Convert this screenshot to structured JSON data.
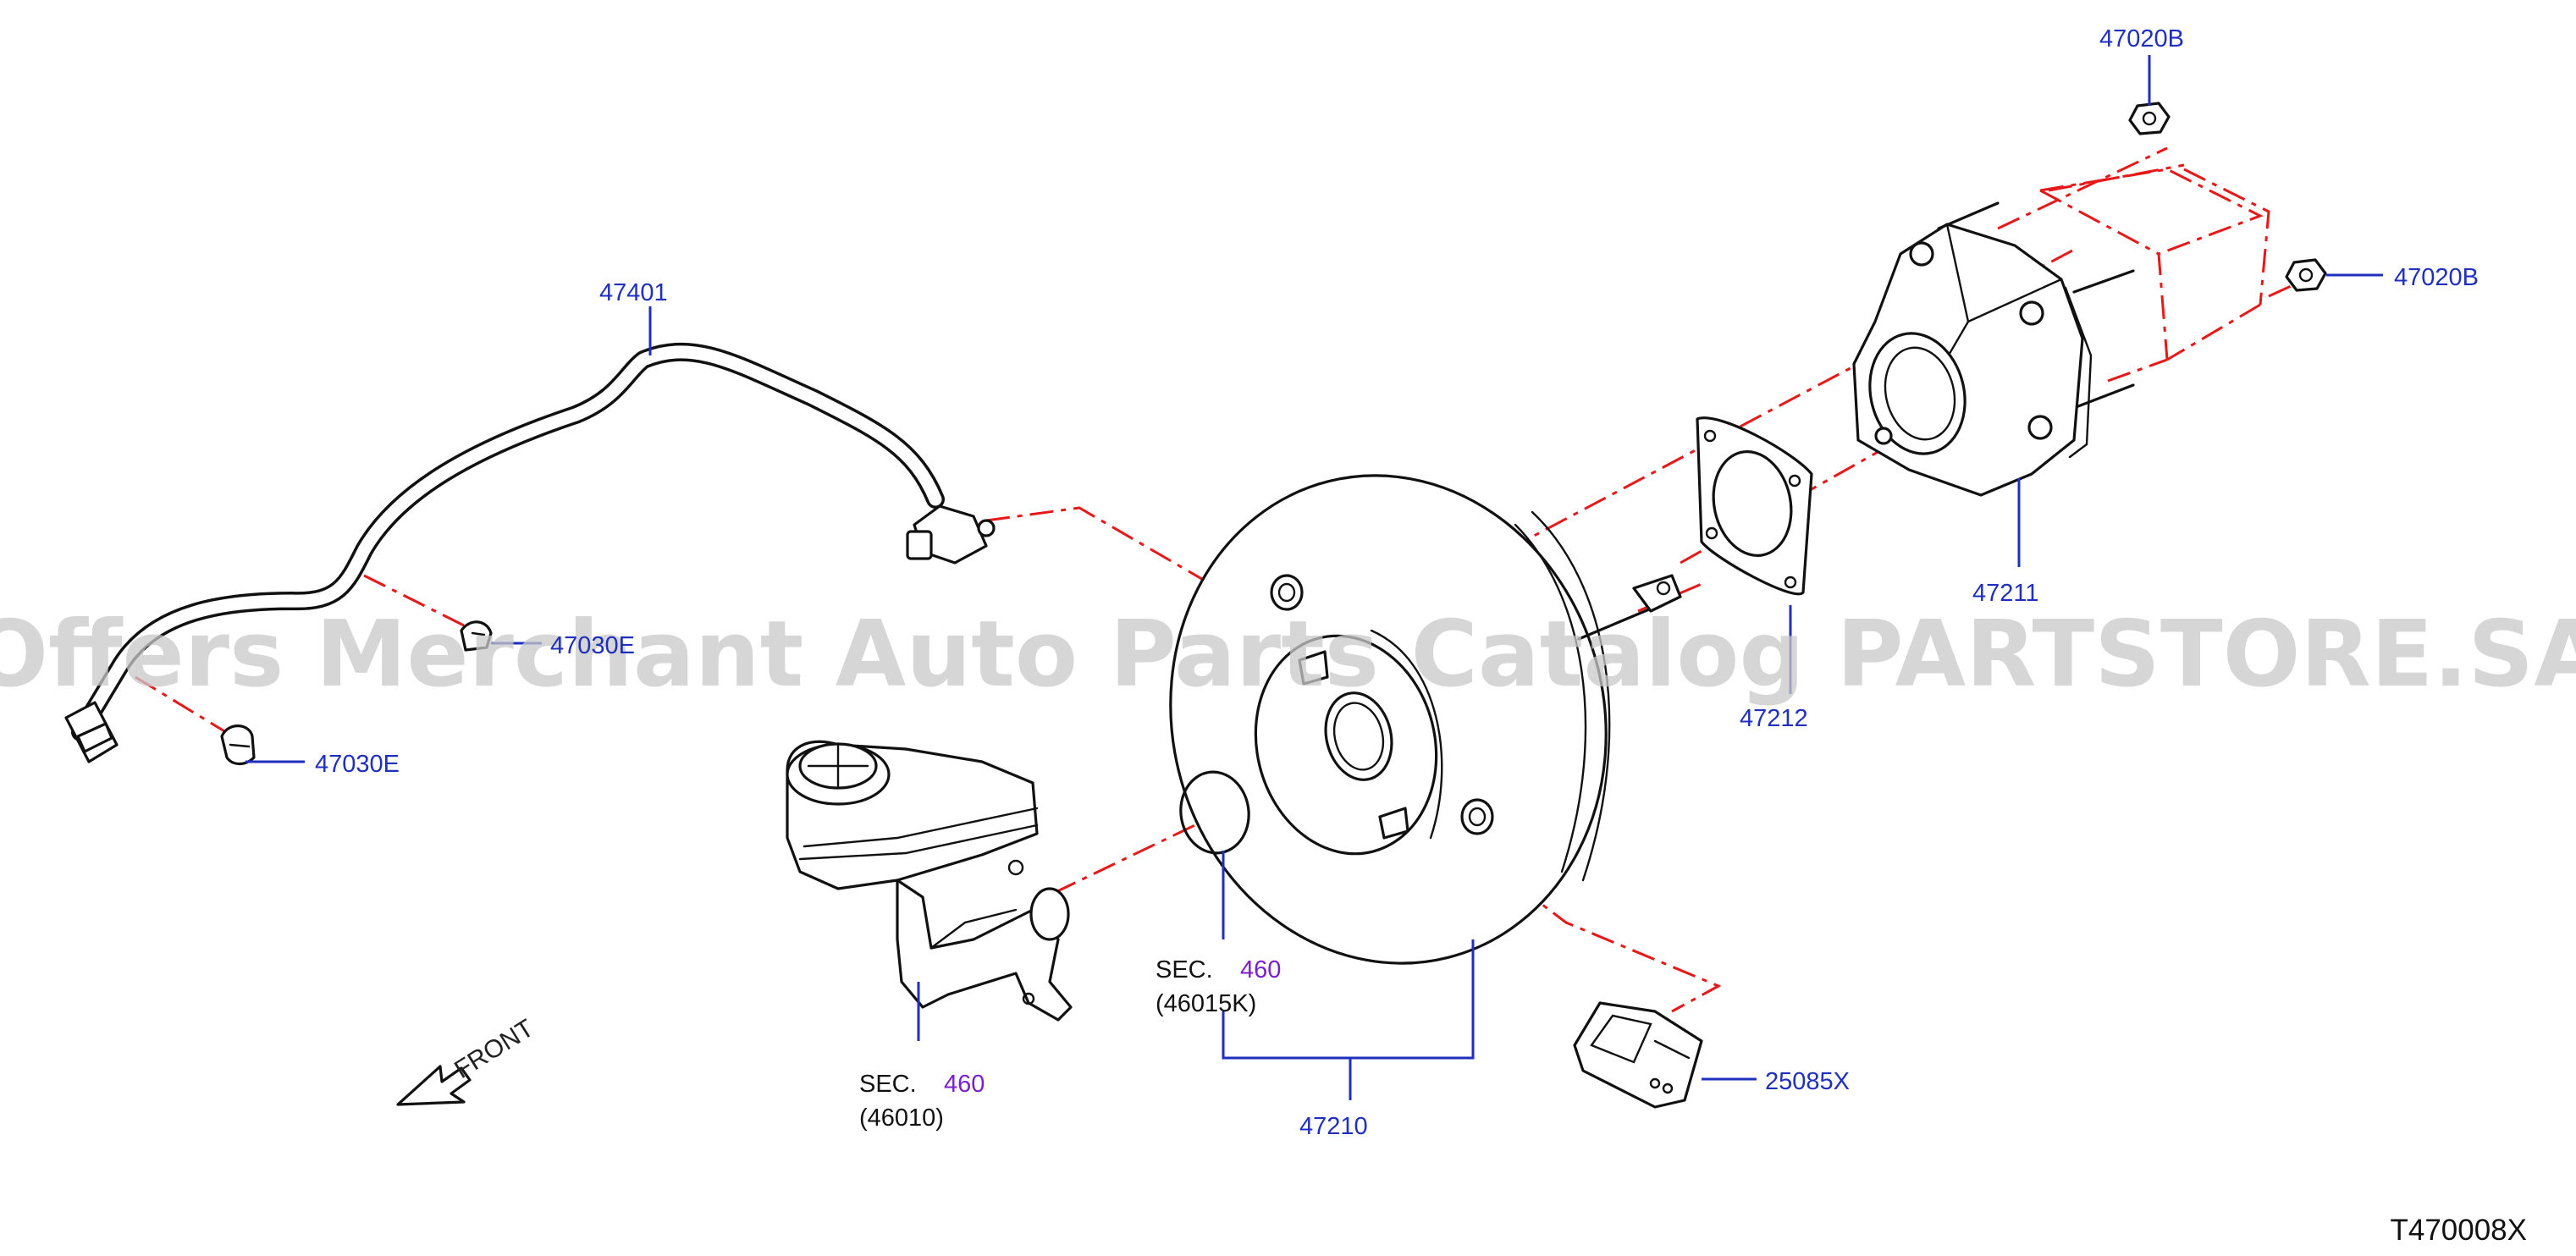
{
  "watermark": "Offers Merchant Auto Parts Catalog PARTSTORE.SA",
  "labels": {
    "p47401": "47401",
    "p47030E_a": "47030E",
    "p47030E_b": "47030E",
    "p47020B_top": "47020B",
    "p47020B_right": "47020B",
    "p47211": "47211",
    "p47212": "47212",
    "p47210": "47210",
    "p25085X": "25085X"
  },
  "sections": {
    "seal": {
      "prefix": "SEC.",
      "number": "460",
      "sub": "(46015K)"
    },
    "master_cylinder": {
      "prefix": "SEC.",
      "number": "460",
      "sub": "(46010)"
    }
  },
  "front": "FRONT",
  "diagram_code": "T470008X",
  "colors": {
    "label_blue": "#1f2fbf",
    "section_purple": "#7a1fd0",
    "dash_red": "#e81818",
    "line_black": "#111111"
  }
}
